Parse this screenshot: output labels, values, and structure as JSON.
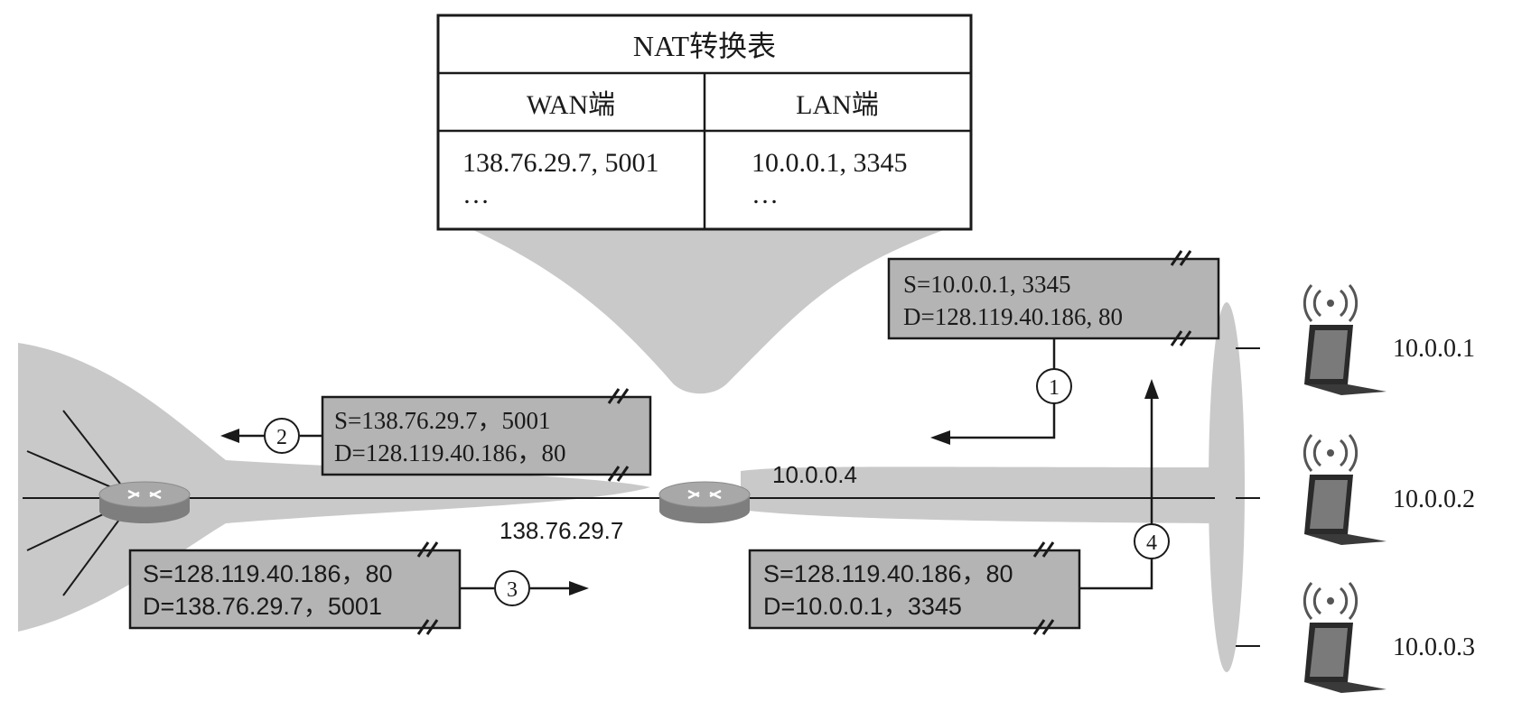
{
  "nat_table": {
    "title": "NAT转换表",
    "headers": [
      "WAN端",
      "LAN端"
    ],
    "rows": [
      [
        "138.76.29.7, 5001",
        "10.0.0.1, 3345"
      ],
      [
        "…",
        "…"
      ]
    ]
  },
  "packets": {
    "p1": {
      "line1": "S=10.0.0.1, 3345",
      "line2": "D=128.119.40.186, 80"
    },
    "p2": {
      "line1": "S=138.76.29.7，5001",
      "line2": "D=128.119.40.186，80"
    },
    "p3": {
      "line1": "S=128.119.40.186，80",
      "line2": "D=138.76.29.7，5001"
    },
    "p4": {
      "line1": "S=128.119.40.186，80",
      "line2": "D=10.0.0.1，3345"
    }
  },
  "steps": [
    "1",
    "2",
    "3",
    "4"
  ],
  "router": {
    "lan_ip": "10.0.0.4",
    "wan_ip": "138.76.29.7"
  },
  "hosts": [
    "10.0.0.1",
    "10.0.0.2",
    "10.0.0.3"
  ],
  "colors": {
    "box_fill": "#b4b4b4",
    "shade": "#c9c9c9",
    "line": "#1a1a1a",
    "router": "#9a9a9a"
  }
}
